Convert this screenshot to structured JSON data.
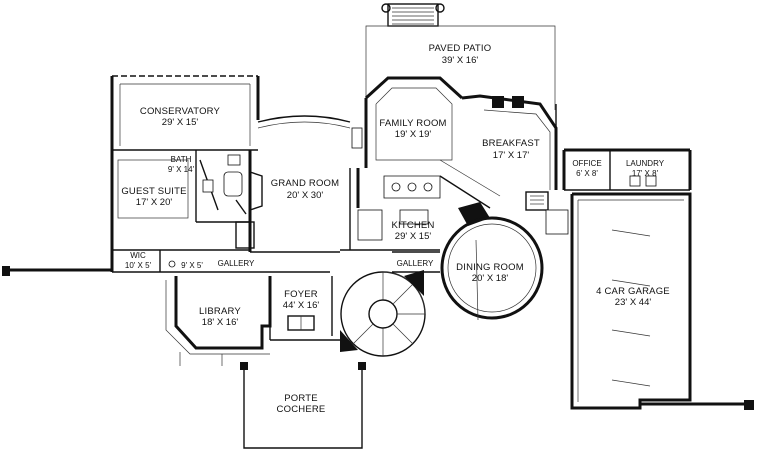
{
  "rooms": {
    "paved_patio": {
      "name": "PAVED PATIO",
      "dim": "39' X 16'"
    },
    "conservatory": {
      "name": "CONSERVATORY",
      "dim": "29' X 15'"
    },
    "family_room": {
      "name": "FAMILY ROOM",
      "dim": "19' X 19'"
    },
    "breakfast": {
      "name": "BREAKFAST",
      "dim": "17' X 17'"
    },
    "bath": {
      "name": "BATH",
      "dim": "9' X 14'"
    },
    "guest_suite": {
      "name": "GUEST SUITE",
      "dim": "17' X 20'"
    },
    "grand_room": {
      "name": "GRAND ROOM",
      "dim": "20' X 30'"
    },
    "office": {
      "name": "OFFICE",
      "dim": "6' X 8'"
    },
    "laundry": {
      "name": "LAUNDRY",
      "dim": "17' X 8'"
    },
    "kitchen": {
      "name": "KITCHEN",
      "dim": "29' X 15'"
    },
    "wic": {
      "name": "WIC",
      "dim": "10' X 5'"
    },
    "small_closet": {
      "dim": "9' X 5'"
    },
    "gallery_left": {
      "name": "GALLERY"
    },
    "gallery_center": {
      "name": "GALLERY"
    },
    "dining_room": {
      "name": "DINING ROOM",
      "dim": "20' X 18'"
    },
    "foyer": {
      "name": "FOYER",
      "dim": "44' X 16'"
    },
    "garage": {
      "name": "4 CAR GARAGE",
      "dim": "23' X 44'"
    },
    "library": {
      "name": "LIBRARY",
      "dim": "18' X 16'"
    },
    "porte_cochere": {
      "name": "PORTE",
      "name2": "COCHERE"
    }
  }
}
